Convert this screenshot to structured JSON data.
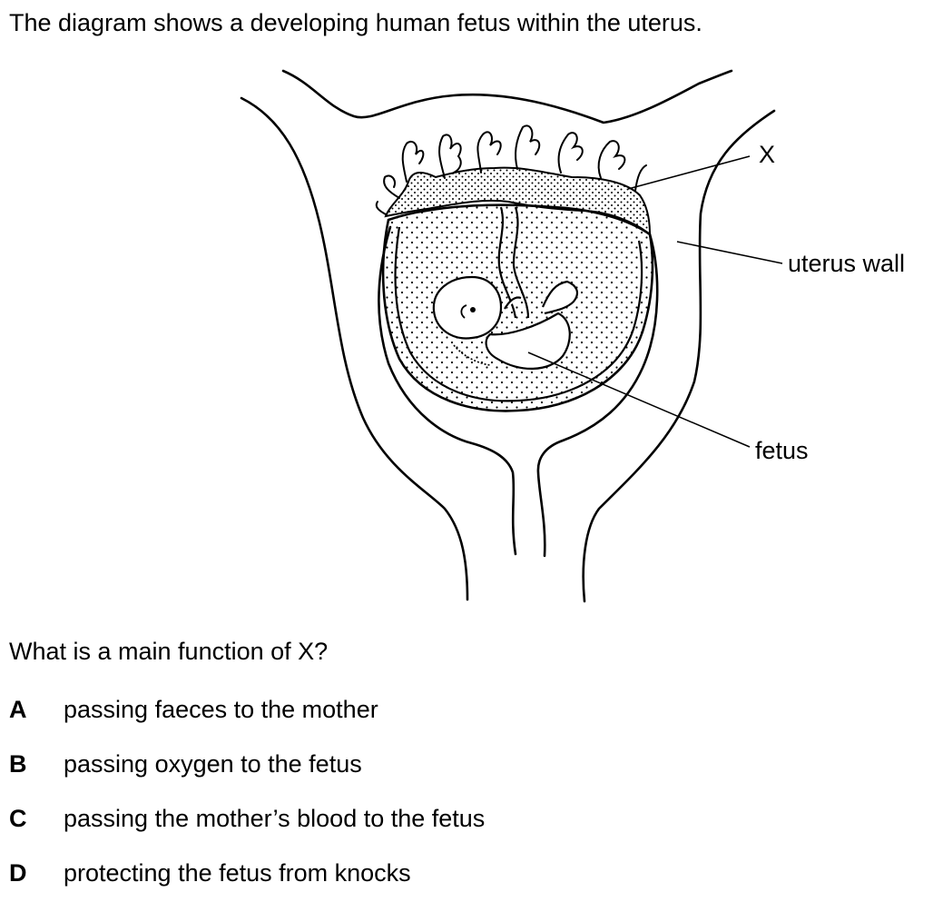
{
  "question": {
    "intro": "The diagram shows a developing human fetus within the uterus.",
    "prompt": "What is a main function of X?"
  },
  "diagram": {
    "labels": {
      "x": "X",
      "uterus_wall": "uterus wall",
      "fetus": "fetus"
    }
  },
  "options": [
    {
      "letter": "A",
      "text": "passing faeces to the mother"
    },
    {
      "letter": "B",
      "text": "passing oxygen to the fetus"
    },
    {
      "letter": "C",
      "text": "passing the mother’s blood to the fetus"
    },
    {
      "letter": "D",
      "text": "protecting the fetus from knocks"
    }
  ]
}
